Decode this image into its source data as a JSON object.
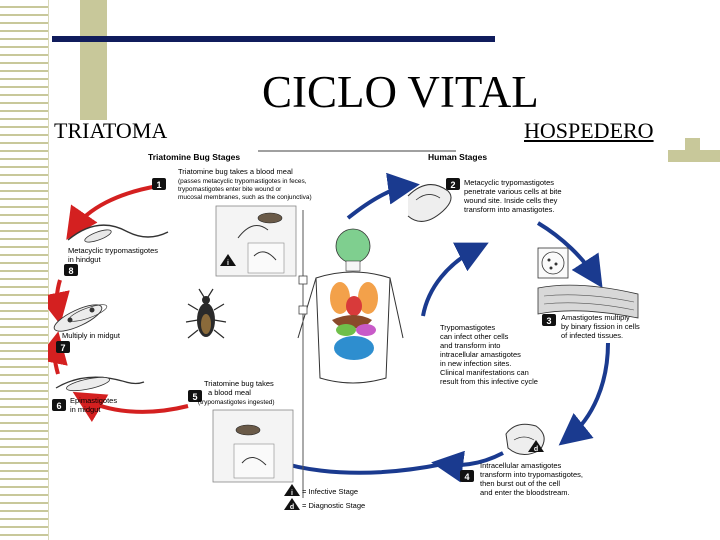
{
  "title": "CICLO VITAL",
  "left_label": "TRIATOMA",
  "right_label": "HOSPEDERO",
  "diagram": {
    "heading_bug": "Triatomine Bug Stages",
    "heading_human": "Human Stages",
    "step1": [
      "Triatomine bug takes a blood meal",
      "(passes metacyclic trypomastigotes in feces,",
      "trypomastigotes enter bite wound or",
      "mucosal membranes, such as the conjunctiva)"
    ],
    "step2": [
      "Metacyclic trypomastigotes",
      "penetrate various cells at bite",
      "wound site. Inside cells they",
      "transform into amastigotes."
    ],
    "step3": [
      "Amastigotes multiply",
      "by binary fission in cells",
      "of infected tissues."
    ],
    "step4": [
      "Intracellular amastigotes",
      "transform into trypomastigotes,",
      "then burst out of the cell",
      "and enter the bloodstream."
    ],
    "step5": [
      "Triatomine bug takes",
      "a blood meal",
      "(trypomastigotes ingested)"
    ],
    "step6": [
      "Epimastigotes",
      "in midgut"
    ],
    "step7": [
      "Multiply in midgut"
    ],
    "step8": [
      "Metacyclic trypomastigotes",
      "in hindgut"
    ],
    "center": [
      "Trypomastigotes",
      "can infect other cells",
      "and transform into",
      "intracellular amastigotes",
      "in new infection sites.",
      "Clinical manifestations can",
      "result from this infective cycle"
    ],
    "num1": "1",
    "num2": "2",
    "num3": "3",
    "num4": "4",
    "num5": "5",
    "num6": "6",
    "num7": "7",
    "num8": "8",
    "legend_i_symbol": "i",
    "legend_d_symbol": "d",
    "legend_infective": "= Infective Stage",
    "legend_diagnostic": "= Diagnostic Stage"
  },
  "colors": {
    "navy": "#101c5c",
    "olive": "#c8c89a",
    "arrow_red": "#d42020",
    "arrow_blue": "#1a3a8f"
  }
}
